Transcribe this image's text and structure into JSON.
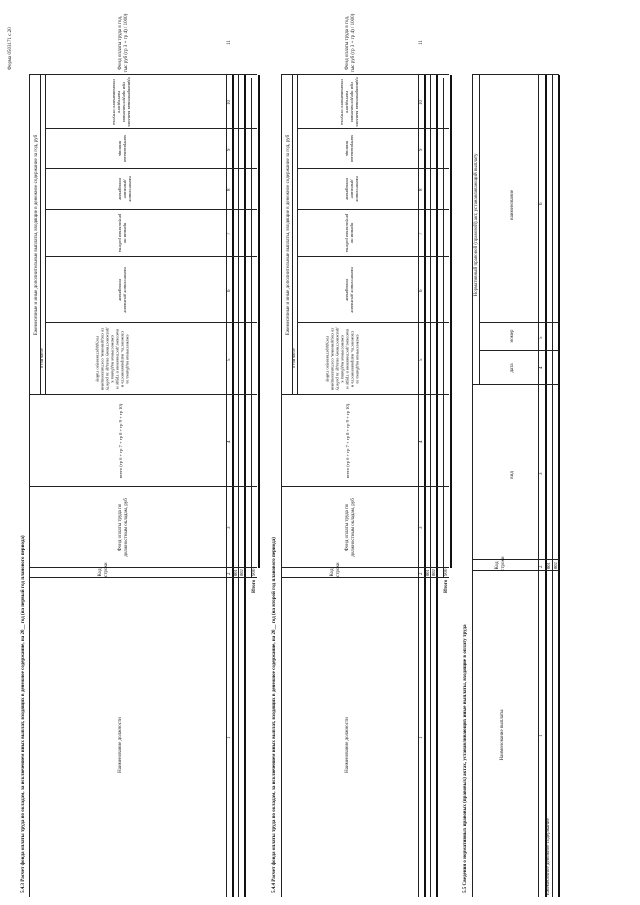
{
  "form_label": "Форма 0503171 с.20",
  "section_543": {
    "title": "5.4.3 Расчет фонда оплаты труда по окладам, за исключением иных выплат, входящих в денежное содержание, на 20__ год (на первый год планового периода)",
    "col_position": "Наименование должности",
    "col_code": "Код строки",
    "col_fund": "Фонд оплаты труда по должностным окладам, руб",
    "group_header": "Ежемесячные и иные дополнительные выплаты, входящие в денежное содержание за год, руб",
    "col_total": "всего (гр 6 + гр 7 + гр 8 + гр 9 + гр 10)",
    "in_that_number": "в том числе",
    "col5": "ежемесячная надбавка за сложность, напряженность и высокие достижения в труде и ежемесячная надбавка к должностному окладу за работу со сведениями, составляющими государственную тайну",
    "col6": "ежемесячное денежное поощрение",
    "col7": "премии по результатам работы",
    "col8": "ежемесячное денежное поощрение",
    "col9": "материальная помощь",
    "col10": "единовременная выплата при предоставлении ежегодного оплачиваемого отпуска",
    "col11": "Фонд оплаты труда в год, тыс руб (гр 3 + гр 4) / 1000)",
    "num": [
      "1",
      "2",
      "3",
      "4",
      "5",
      "6",
      "7",
      "8",
      "9",
      "10",
      "11"
    ],
    "rows": [
      "001",
      "002"
    ],
    "total_label": "Итого",
    "total_code": "900"
  },
  "section_544": {
    "title": "5.4.4 Расчет фонда оплаты труда по окладам, за исключением иных выплат, входящих в денежное содержание, на 20__ год (на второй год планового периода)",
    "rows": [
      "001",
      "002"
    ],
    "total_label": "Итого",
    "total_code": "900"
  },
  "section_55": {
    "title": "5.5 Сведения о нормативных правовых (правовых) актах, устанавливающих иные выплаты, входящие в оплату труда",
    "col_payment": "Наименование выплаты",
    "col_code": "Код строки",
    "group_header": "Нормативный правовой (правовой) акт, устанавливающий выплату",
    "col_type": "вид",
    "col_date": "дата",
    "col_number": "номер",
    "col_name": "наименование",
    "num": [
      "1",
      "2",
      "3",
      "4",
      "5",
      "6"
    ],
    "rows": [
      {
        "name": "Ежемесячное денежное содержание",
        "code": "001"
      },
      {
        "name": "",
        "code": "002"
      }
    ]
  }
}
